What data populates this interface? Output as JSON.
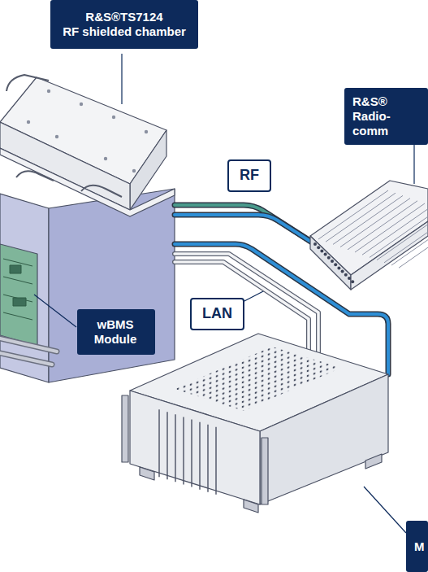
{
  "diagram": {
    "nodes": [
      {
        "text": [
          "R&S®TS7124",
          "RF shielded chamber"
        ]
      },
      {
        "text": [
          "R&S® Radio-comm"
        ]
      },
      {
        "text": [
          "RF"
        ]
      },
      {
        "text": [
          "wBMS Module"
        ]
      },
      {
        "text": [
          "LAN"
        ]
      },
      {
        "text": [
          "M"
        ]
      }
    ]
  }
}
